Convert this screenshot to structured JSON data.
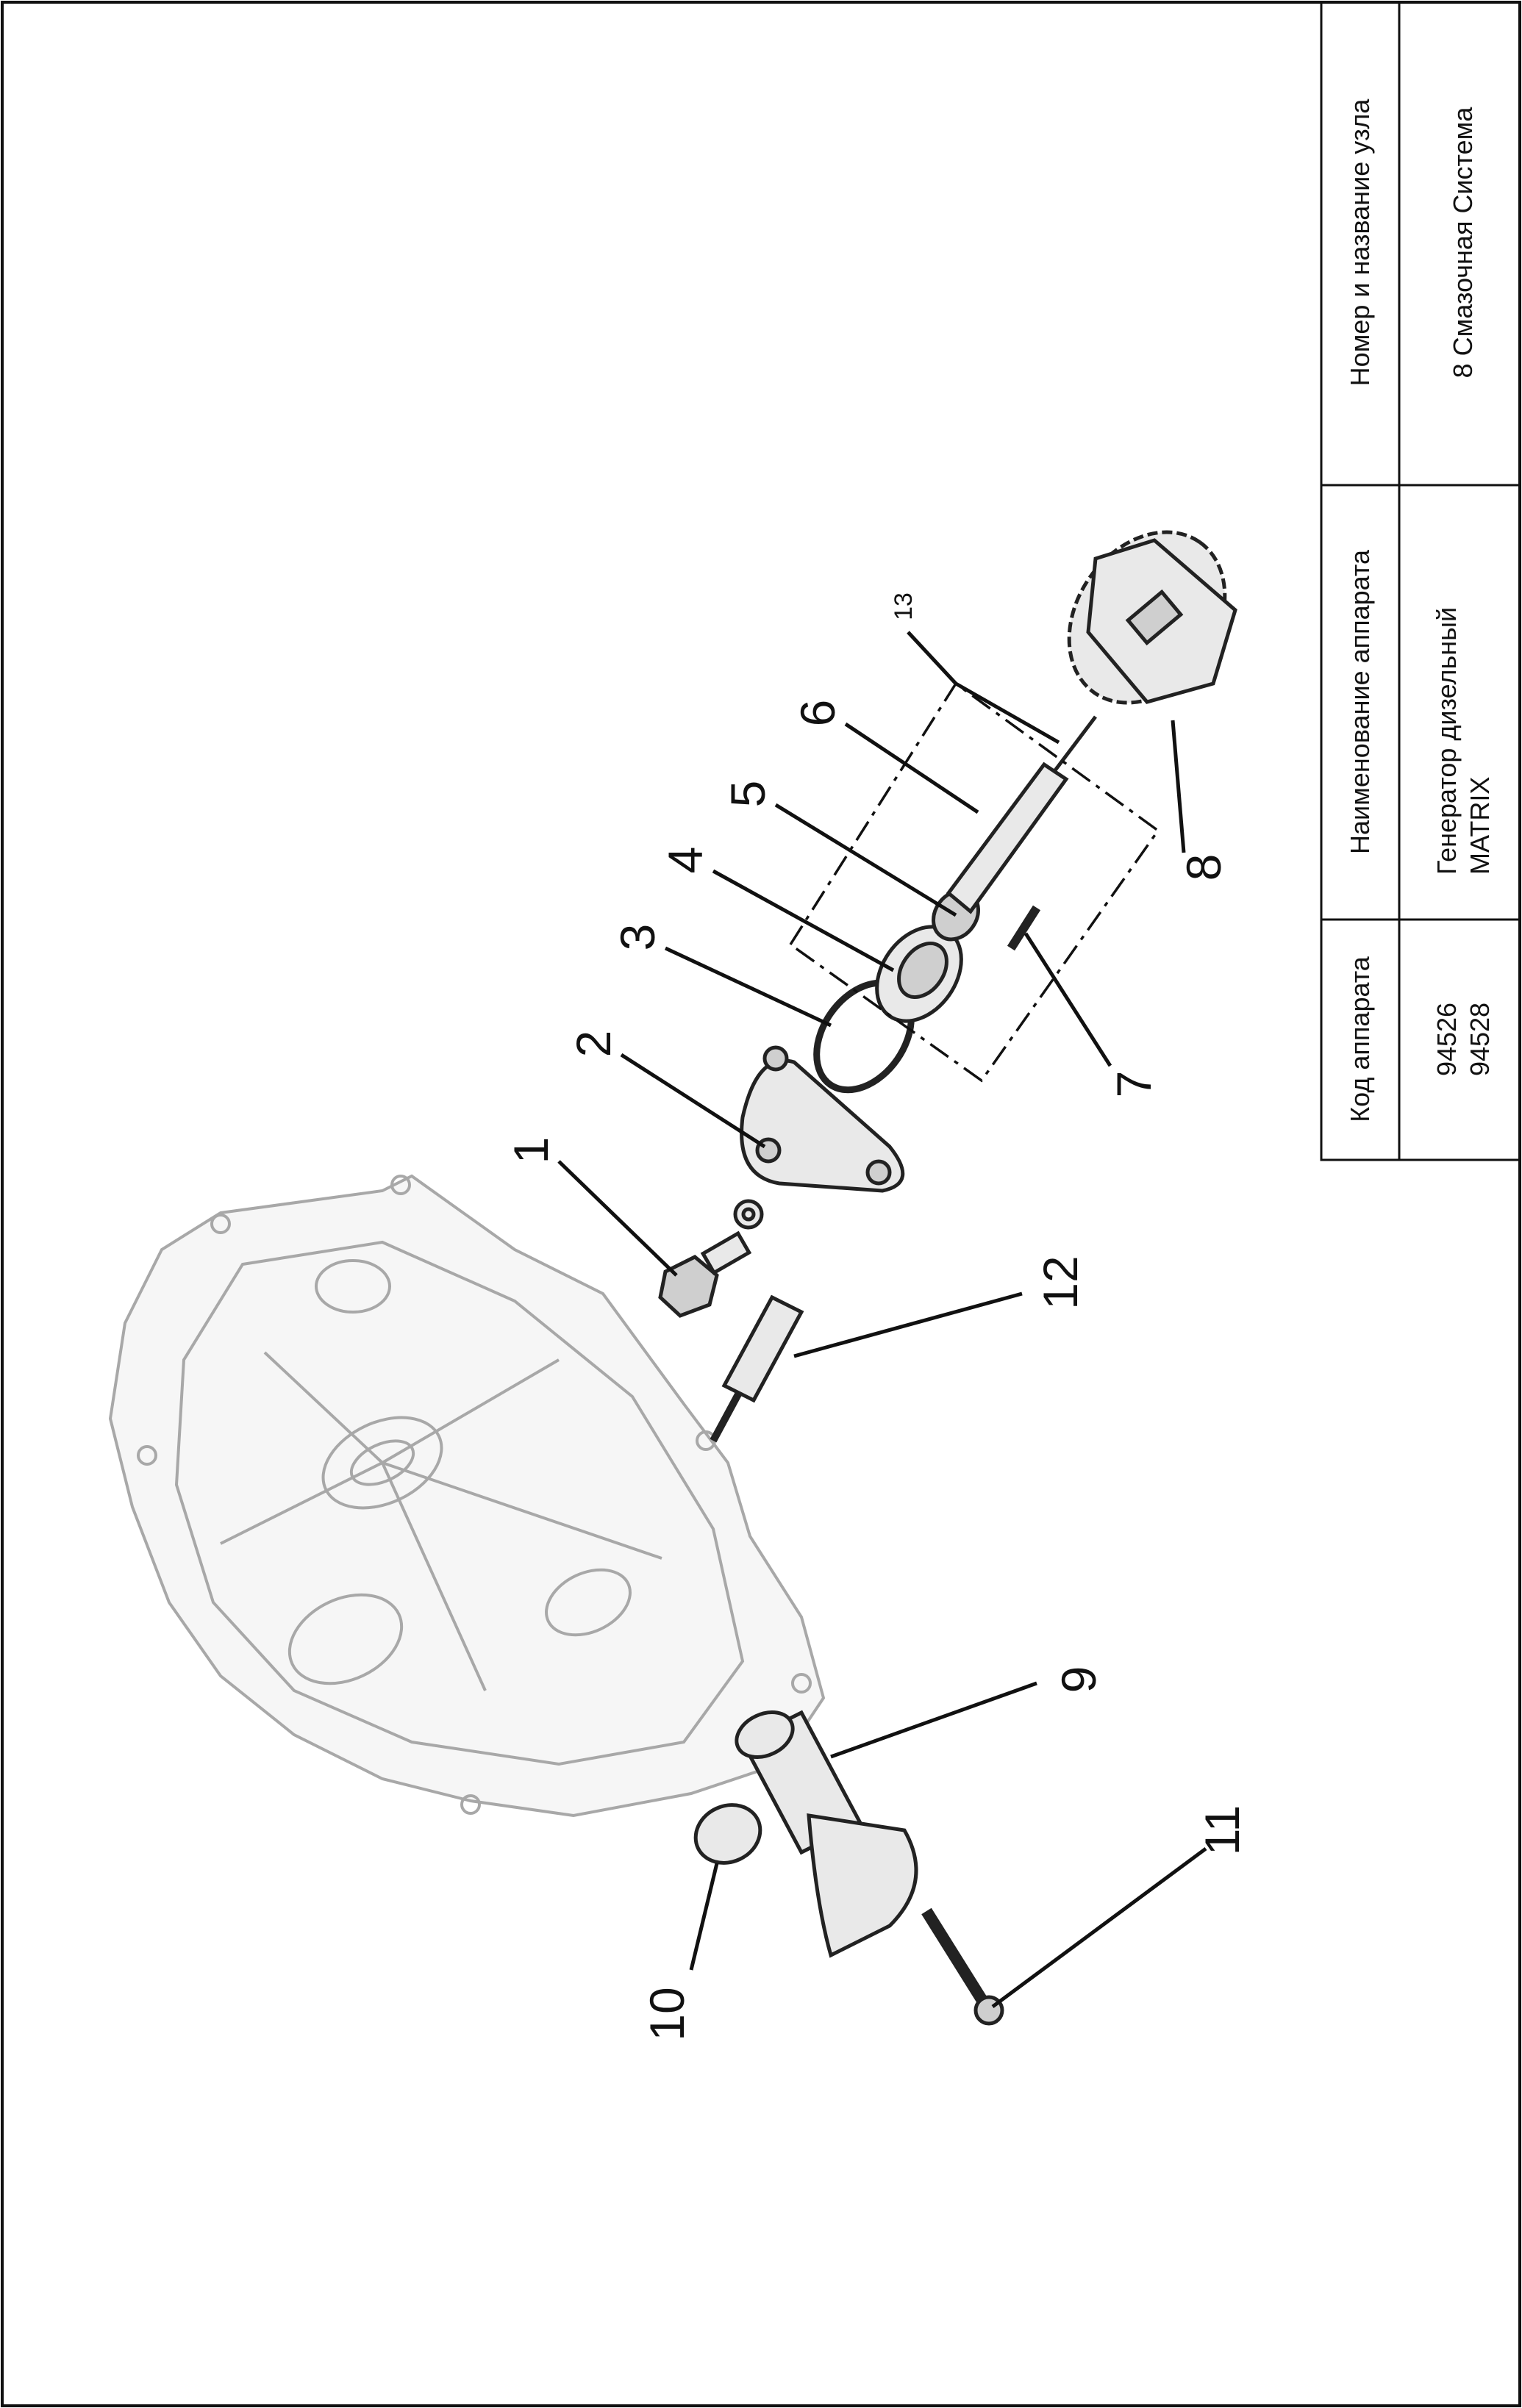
{
  "title_block": {
    "code_header": "Код аппарата",
    "code_values": [
      "94526",
      "94528"
    ],
    "name_header": "Наименование аппарата",
    "name_values": [
      "Генератор дизельный",
      "MATRIX"
    ],
    "unit_header": "Номер и название узла",
    "unit_value": "8 Смазочная Система"
  },
  "callouts": [
    "1",
    "2",
    "3",
    "4",
    "5",
    "6",
    "7",
    "8",
    "9",
    "10",
    "11",
    "12",
    "13"
  ]
}
